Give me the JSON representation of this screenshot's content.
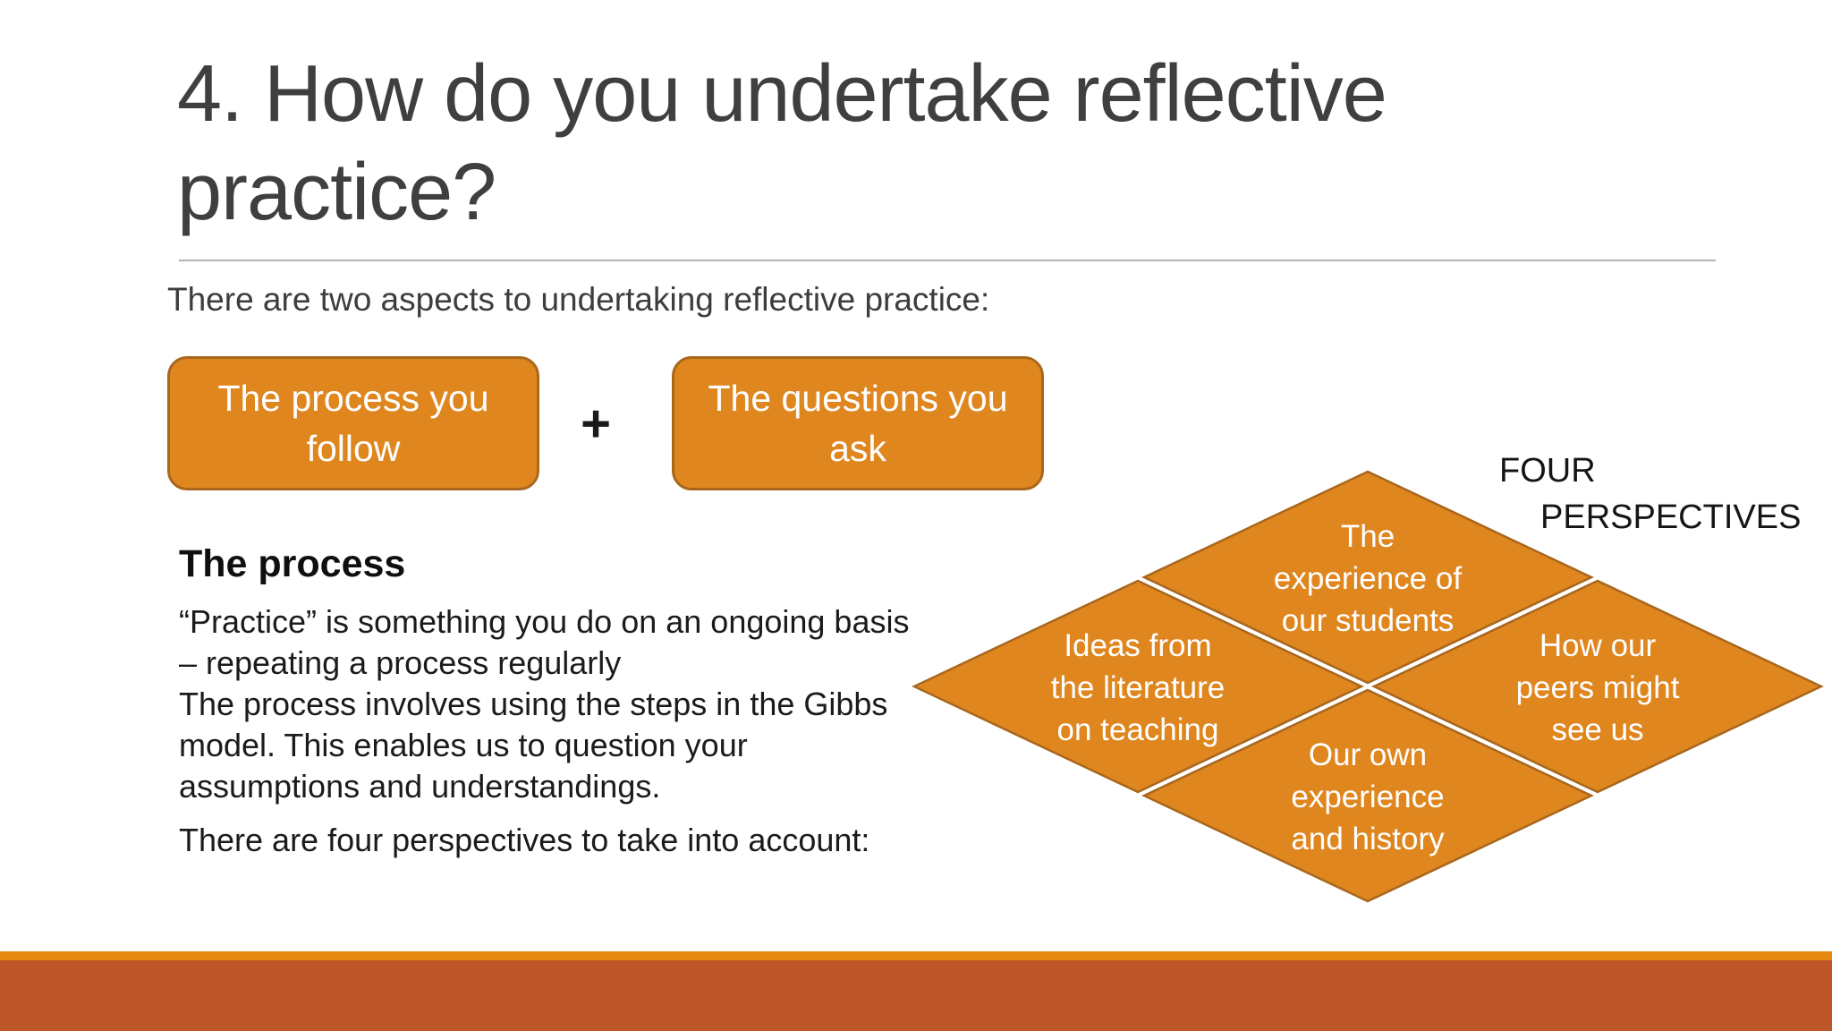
{
  "slide": {
    "title_lines": [
      "4. How do you undertake reflective",
      "practice?"
    ],
    "intro": "There are two aspects to undertaking reflective practice:",
    "aspects": {
      "process_box": "The process you follow",
      "plus": "+",
      "questions_box": "The questions you ask"
    },
    "process_section": {
      "heading": "The process",
      "body_lines": [
        "“Practice” is something you do on an ongoing basis",
        "– repeating a process regularly",
        "The process involves using the steps in the Gibbs",
        "model. This enables us to question your",
        "assumptions and understandings."
      ],
      "footer": "There are four perspectives to take into account:"
    },
    "perspectives": {
      "label_lines": [
        "FOUR",
        "PERSPECTIVES"
      ],
      "diamond_top": [
        "The",
        "experience of",
        "our students"
      ],
      "diamond_left": [
        "Ideas from",
        "the literature",
        "on teaching"
      ],
      "diamond_right": [
        "How our",
        "peers might",
        "see us"
      ],
      "diamond_bottom": [
        "Our own",
        "experience",
        "and history"
      ]
    },
    "colors": {
      "shape_fill": "#DF861F",
      "shape_border": "#A8671D",
      "footer_strip": "#E48A10",
      "footer_bar": "#BC5628",
      "title_text": "#3F3F3F",
      "diamond_text": "#FFFFFF"
    }
  }
}
